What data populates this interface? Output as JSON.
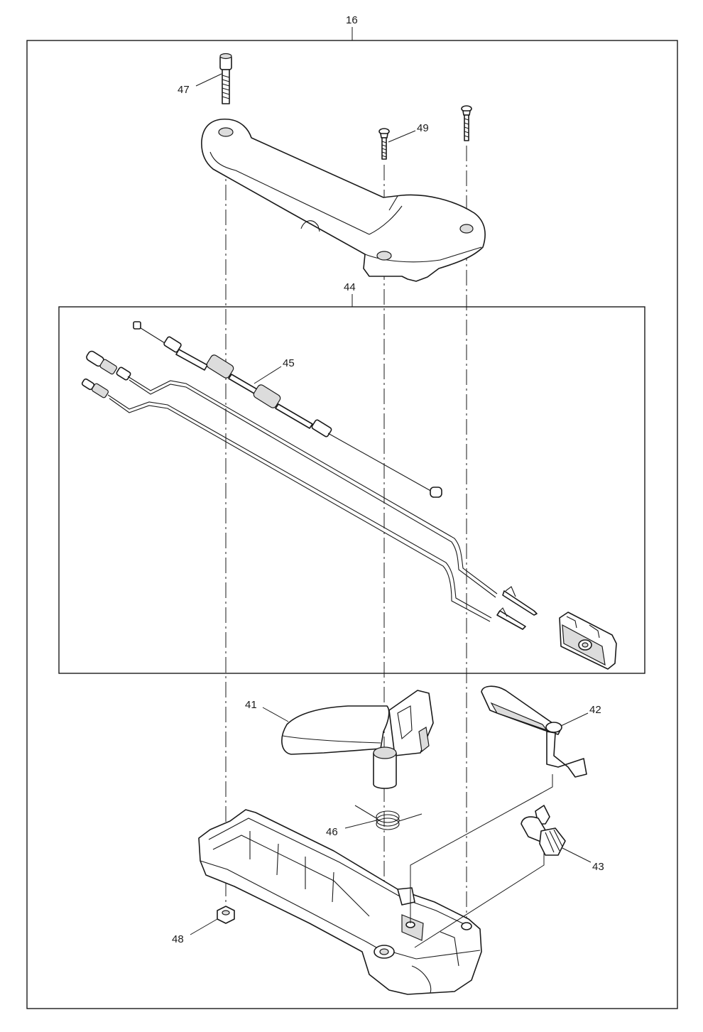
{
  "assembly": {
    "number": "16"
  },
  "subassembly": {
    "number": "44"
  },
  "callouts": {
    "p41": "41",
    "p42": "42",
    "p43": "43",
    "p45": "45",
    "p46": "46",
    "p47": "47",
    "p48": "48",
    "p49": "49"
  },
  "colors": {
    "line": "#1a1a1a",
    "background": "#ffffff",
    "shade": "#dcdcdc"
  }
}
